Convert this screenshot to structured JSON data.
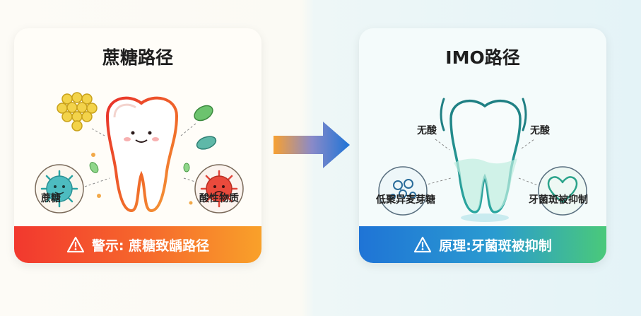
{
  "left_card": {
    "title": "蔗糖路径",
    "label_sucrose": "蔗糖",
    "label_acid": "酸性物质",
    "banner": "警示: 蔗糖致龋路径",
    "accent": "#f2382e"
  },
  "right_card": {
    "title": "IMO路径",
    "label_no_acid_left": "无酸",
    "label_no_acid_right": "无酸",
    "label_imo": "低聚异麦芽糖",
    "label_inhibit": "牙菌斑被抑制",
    "banner": "原理:牙菌斑被抑制",
    "accent": "#1f74d6"
  },
  "icons": {
    "left": [
      "sugar-granules-icon",
      "bacteria-icon",
      "tooth-icon",
      "acid-germ-icon",
      "warning-icon"
    ],
    "right": [
      "molecule-icon",
      "tooth-icon",
      "heart-icon",
      "warning-icon"
    ],
    "middle": "right-arrow-icon"
  }
}
